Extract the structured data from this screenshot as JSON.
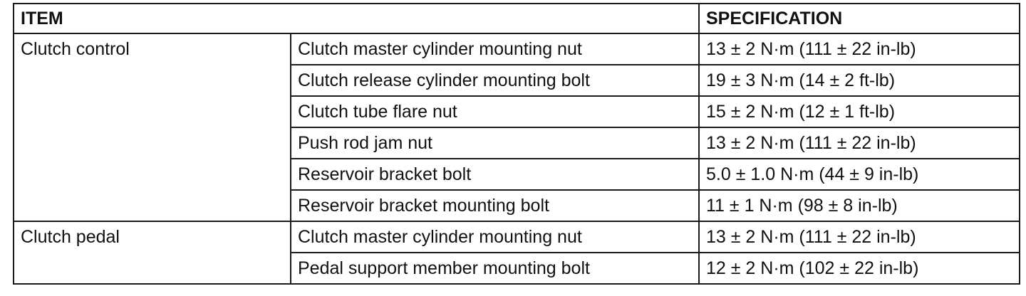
{
  "table": {
    "headers": {
      "item": "ITEM",
      "specification": "SPECIFICATION"
    },
    "groups": [
      {
        "name": "Clutch control",
        "rows": [
          {
            "part": "Clutch master cylinder mounting nut",
            "spec": "13 ± 2 N·m (111 ± 22 in-lb)"
          },
          {
            "part": "Clutch release cylinder mounting bolt",
            "spec": "19 ± 3 N·m (14 ± 2 ft-lb)"
          },
          {
            "part": "Clutch tube flare nut",
            "spec": "15 ± 2 N·m (12 ± 1 ft-lb)"
          },
          {
            "part": "Push rod jam nut",
            "spec": "13 ± 2 N·m (111 ± 22 in-lb)"
          },
          {
            "part": "Reservoir bracket bolt",
            "spec": "5.0 ± 1.0 N·m (44 ± 9 in-lb)"
          },
          {
            "part": "Reservoir bracket mounting bolt",
            "spec": "11 ± 1 N·m (98 ± 8 in-lb)"
          }
        ]
      },
      {
        "name": "Clutch pedal",
        "rows": [
          {
            "part": "Clutch master cylinder mounting nut",
            "spec": "13 ± 2 N·m (111 ± 22 in-lb)"
          },
          {
            "part": "Pedal support member mounting bolt",
            "spec": "12 ± 2 N·m (102 ± 22 in-lb)"
          }
        ]
      }
    ]
  }
}
